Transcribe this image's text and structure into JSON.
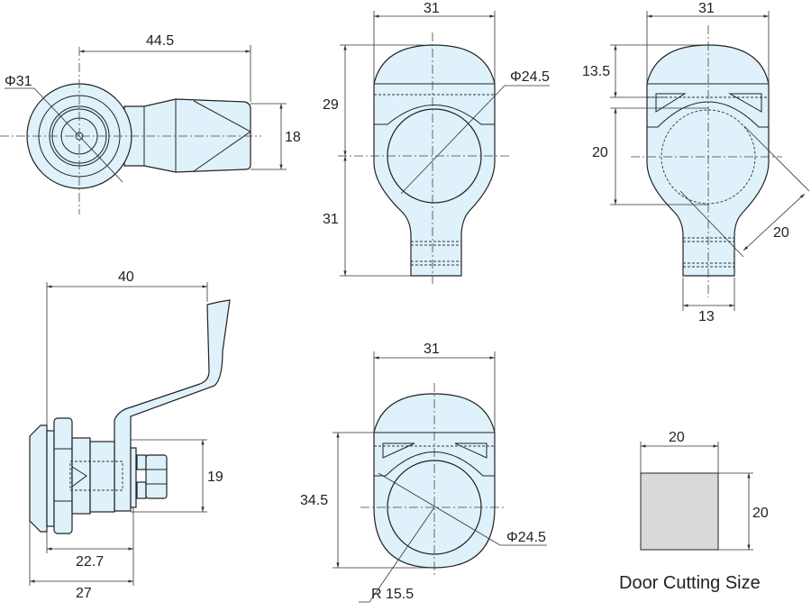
{
  "front_view": {
    "dim_width": "44.5",
    "dim_height": "18",
    "dim_diameter": "Φ31"
  },
  "top_middle_view": {
    "dim_width": "31",
    "dim_upper": "29",
    "dim_lower": "31",
    "dim_diameter": "Φ24.5"
  },
  "top_right_view": {
    "dim_width": "31",
    "dim_upper": "13.5",
    "dim_middle": "20",
    "dim_diagonal": "20",
    "dim_tab": "13"
  },
  "side_view": {
    "dim_lever": "40",
    "dim_height": "19",
    "dim_body": "22.7",
    "dim_total": "27"
  },
  "bottom_middle_view": {
    "dim_width": "31",
    "dim_height": "34.5",
    "dim_diameter": "Φ24.5",
    "dim_radius": "R 15.5"
  },
  "door_cutting": {
    "caption": "Door Cutting Size",
    "dim_width": "20",
    "dim_height": "20",
    "fill_color": "#d9d9d9"
  },
  "colors": {
    "part_fill": "#dff1fb",
    "line": "#222222"
  }
}
